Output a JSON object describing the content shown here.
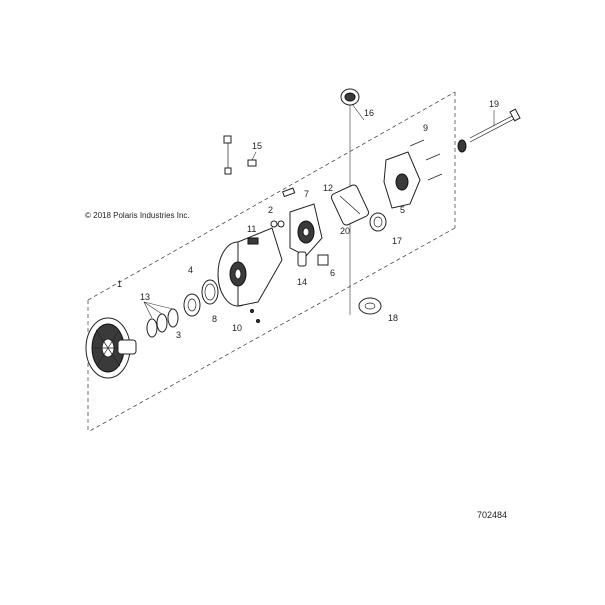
{
  "copyright": "© 2018 Polaris Industries Inc.",
  "drawing_number": "702484",
  "callouts": [
    {
      "id": "1",
      "text": "1"
    },
    {
      "id": "2",
      "text": "2"
    },
    {
      "id": "3",
      "text": "3"
    },
    {
      "id": "4",
      "text": "4"
    },
    {
      "id": "5",
      "text": "5"
    },
    {
      "id": "6",
      "text": "6"
    },
    {
      "id": "7",
      "text": "7"
    },
    {
      "id": "8",
      "text": "8"
    },
    {
      "id": "9",
      "text": "9"
    },
    {
      "id": "10",
      "text": "10"
    },
    {
      "id": "11",
      "text": "11"
    },
    {
      "id": "12",
      "text": "12"
    },
    {
      "id": "13",
      "text": "13"
    },
    {
      "id": "14",
      "text": "14"
    },
    {
      "id": "15",
      "text": "15"
    },
    {
      "id": "16",
      "text": "16"
    },
    {
      "id": "17",
      "text": "17"
    },
    {
      "id": "18",
      "text": "18"
    },
    {
      "id": "19",
      "text": "19"
    },
    {
      "id": "20",
      "text": "20"
    }
  ]
}
